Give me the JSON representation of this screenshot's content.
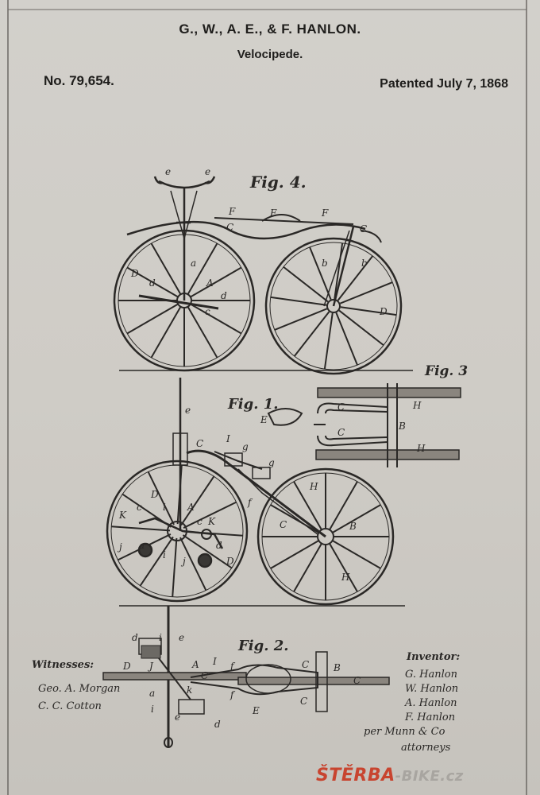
{
  "header": {
    "inventors": "G., W., A. E., & F. HANLON.",
    "title": "Velocipede.",
    "number": "No. 79,654.",
    "patented": "Patented July 7, 1868"
  },
  "figures": {
    "fig4": "Fig. 4.",
    "fig3": "Fig. 3",
    "fig1": "Fig. 1.",
    "fig2": "Fig. 2."
  },
  "annotations": {
    "witnesses": "Witnesses:",
    "inventor": "Inventor:",
    "inventor_signatures": [
      "G. Hanlon",
      "W. Hanlon",
      "A. Hanlon",
      "F. Hanlon"
    ],
    "per_attorneys": "per Munn & Co",
    "attorneys": "attorneys",
    "witness_signatures": [
      "Geo. A. Morgan",
      "C. C. Cotton"
    ]
  },
  "watermark": {
    "brand": "ŠTĚRBA",
    "suffix": "-BIKE.cz"
  }
}
